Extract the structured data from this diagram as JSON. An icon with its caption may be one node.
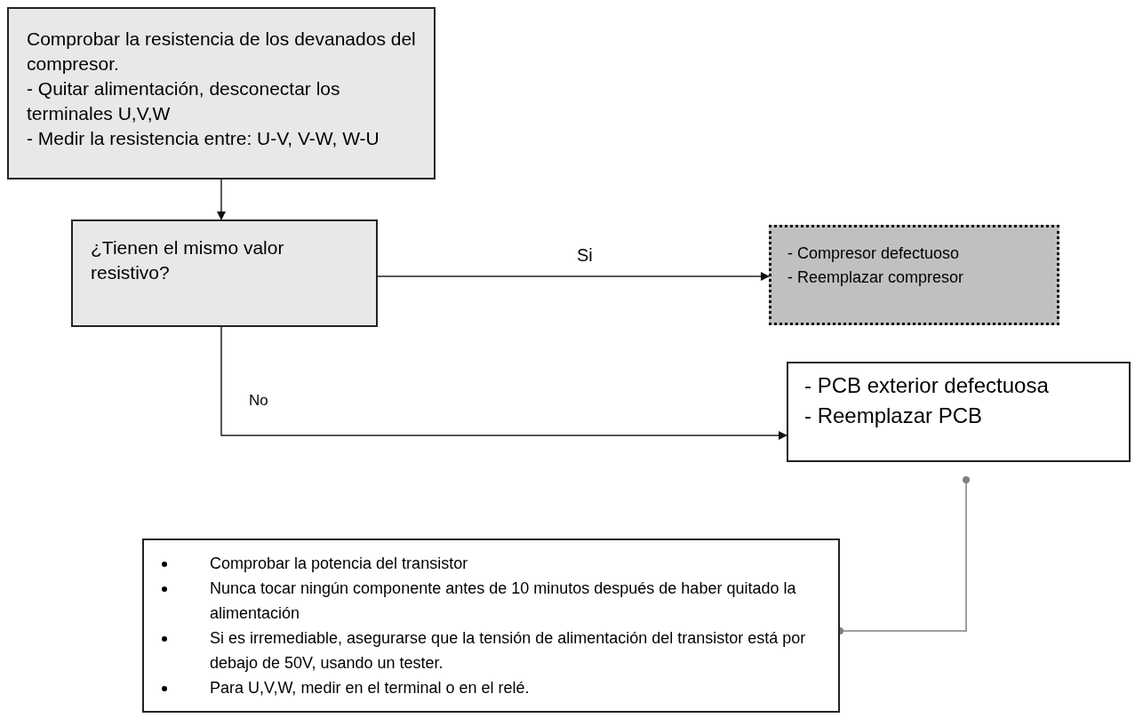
{
  "diagram": {
    "nodes": [
      {
        "text": [
          "Comprobar la resistencia de los devanados del compresor.",
          "- Quitar alimentación, desconectar los terminales U,V,W",
          "- Medir la resistencia entre: U-V, V-W, W-U"
        ]
      },
      {
        "text": [
          "¿Tienen el mismo valor resistivo?"
        ]
      },
      {
        "text": [
          "- Compresor defectuoso",
          "- Reemplazar compresor"
        ]
      },
      {
        "text": [
          "- PCB exterior defectuosa",
          "- Reemplazar PCB"
        ]
      },
      {
        "text": [
          "Comprobar la potencia del transistor",
          "Nunca tocar ningún componente antes de 10 minutos después de haber quitado la alimentación",
          "Si es irremediable, asegurarse que la tensión de alimentación del transistor está por debajo de 50V, usando un tester.",
          "Para U,V,W, medir en el terminal o en el relé."
        ]
      }
    ],
    "edges": [
      {
        "from": 0,
        "to": 1,
        "arrow": "to"
      },
      {
        "from": 1,
        "to": 2,
        "label": "Si",
        "arrow": "to"
      },
      {
        "from": 1,
        "to": 3,
        "label": "No",
        "arrow": "to"
      },
      {
        "from": 3,
        "to": 4,
        "arrow": "other",
        "color": "#808080"
      }
    ]
  }
}
